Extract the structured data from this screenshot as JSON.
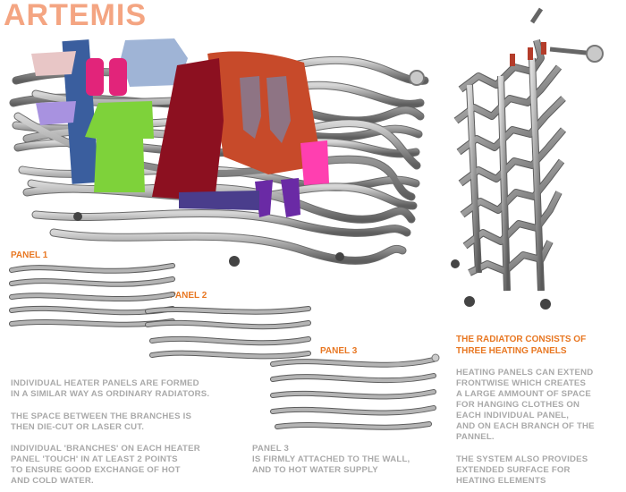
{
  "title": "ARTEMIS",
  "panel_labels": {
    "panel1": "PANEL 1",
    "panel2": "PANEL 2",
    "panel3": "PANEL 3"
  },
  "radiator_heading": [
    "THE RADIATOR CONSISTS OF",
    "THREE HEATING PANELS"
  ],
  "text_blocks": {
    "individual_panels": [
      "INDIVIDUAL HEATER PANELS ARE FORMED",
      "IN A SIMILAR WAY AS ORDINARY RADIATORS."
    ],
    "space_branches": [
      "THE SPACE BETWEEN THE BRANCHES IS",
      "THEN DIE-CUT OR LASER CUT."
    ],
    "branches_touch": [
      "INDIVIDUAL 'BRANCHES' ON EACH HEATER",
      "PANEL 'TOUCH' IN AT LEAST 2 POINTS",
      "TO ENSURE GOOD EXCHANGE OF HOT",
      "AND COLD WATER."
    ],
    "panel3_note": [
      "PANEL 3",
      "IS FIRMLY ATTACHED TO THE WALL,",
      "AND TO HOT WATER SUPPLY"
    ],
    "extend_frontwise": [
      "HEATING PANELS CAN EXTEND",
      "FRONTWISE WHICH CREATES",
      "A LARGE AMMOUNT OF SPACE",
      "FOR HANGING CLOTHES ON",
      "EACH INDIVIDUAL PANEL,",
      "AND ON EACH BRANCH OF THE",
      "PANNEL."
    ],
    "extended_surface": [
      "THE SYSTEM ALSO PROVIDES",
      "EXTENDED SURFACE FOR",
      "HEATING ELEMENTS"
    ]
  },
  "colors": {
    "title": "#f4a582",
    "accent": "#e87722",
    "body_text": "#a9a9a9",
    "metal": "#9a9a9a"
  }
}
